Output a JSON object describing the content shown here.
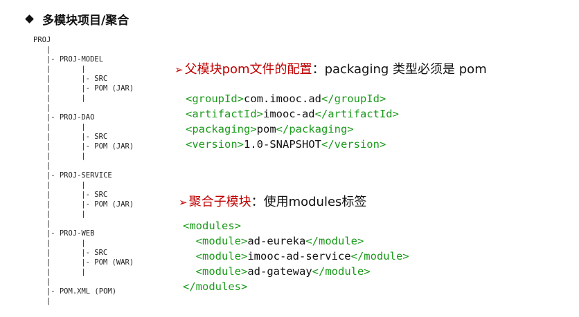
{
  "title": "多模块项目/聚合",
  "tree": {
    "root": "PROJ",
    "modules": [
      {
        "name": "PROJ-MODEL",
        "children": [
          "SRC",
          "POM (JAR)"
        ]
      },
      {
        "name": "PROJ-DAO",
        "children": [
          "SRC",
          "POM (JAR)"
        ]
      },
      {
        "name": "PROJ-SERVICE",
        "children": [
          "SRC",
          "POM (JAR)"
        ]
      },
      {
        "name": "PROJ-WEB",
        "children": [
          "SRC",
          "POM (WAR)"
        ]
      }
    ],
    "pom": "POM.XML (POM)"
  },
  "parent_section": {
    "arrow": "➢",
    "label": "父模块pom文件的配置",
    "colon": "：",
    "rest": "packaging 类型必须是 pom",
    "lines": [
      {
        "open": "<groupId>",
        "value": "com.imooc.ad",
        "close": "</groupId>"
      },
      {
        "open": "<artifactId>",
        "value": "imooc-ad",
        "close": "</artifactId>"
      },
      {
        "open": "<packaging>",
        "value": "pom",
        "close": "</packaging>"
      },
      {
        "open": "<version>",
        "value": "1.0-SNAPSHOT",
        "close": "</version>"
      }
    ]
  },
  "aggregate_section": {
    "arrow": "➢",
    "label": "聚合子模块",
    "colon": "：",
    "rest": "使用modules标签",
    "modules_open": "<modules>",
    "modules_close": "</modules>",
    "lines": [
      {
        "open": "<module>",
        "value": "ad-eureka",
        "close": "</module>"
      },
      {
        "open": "<module>",
        "value": "imooc-ad-service",
        "close": "</module>"
      },
      {
        "open": "<module>",
        "value": "ad-gateway",
        "close": "</module>"
      }
    ]
  }
}
